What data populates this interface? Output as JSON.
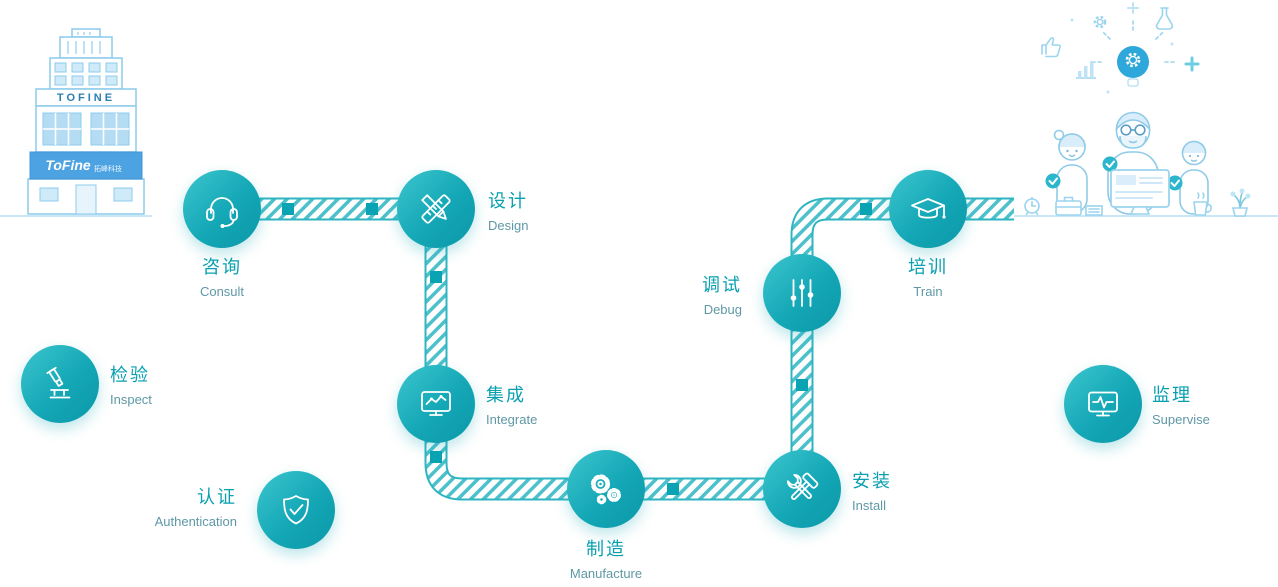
{
  "brand": {
    "building_sign": "TOFINE",
    "banner_logo": "ToFine",
    "banner_sub": "拓峰科技"
  },
  "steps": [
    {
      "zh": "咨询",
      "en": "Consult",
      "icon": "headset-icon"
    },
    {
      "zh": "设计",
      "en": "Design",
      "icon": "pencil-ruler-icon"
    },
    {
      "zh": "集成",
      "en": "Integrate",
      "icon": "monitor-chart-icon"
    },
    {
      "zh": "制造",
      "en": "Manufacture",
      "icon": "gears-icon"
    },
    {
      "zh": "安装",
      "en": "Install",
      "icon": "tools-icon"
    },
    {
      "zh": "调试",
      "en": "Debug",
      "icon": "sliders-icon"
    },
    {
      "zh": "培训",
      "en": "Train",
      "icon": "graduation-cap-icon"
    }
  ],
  "services": [
    {
      "zh": "检验",
      "en": "Inspect",
      "icon": "microscope-icon"
    },
    {
      "zh": "认证",
      "en": "Authentication",
      "icon": "shield-check-icon"
    },
    {
      "zh": "监理",
      "en": "Supervise",
      "icon": "monitor-pulse-icon"
    }
  ],
  "colors": {
    "node_gradient_start": "#3cc6ce",
    "node_gradient_end": "#0b98a9",
    "road_stroke": "#2fb5c2",
    "road_square": "#0aa3b3",
    "label_zh": "#0aa0b0",
    "label_en": "#5e98a6",
    "illustration_line": "#9bd4ee",
    "illustration_accent": "#2cb6ce"
  }
}
